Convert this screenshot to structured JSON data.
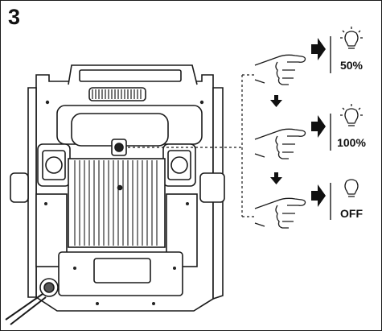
{
  "step_number": "3",
  "levels": [
    {
      "label": "50%",
      "icon": "lightbulb-on-icon"
    },
    {
      "label": "100%",
      "icon": "lightbulb-on-icon"
    },
    {
      "label": "OFF",
      "icon": "lightbulb-off-icon"
    }
  ],
  "colors": {
    "line": "#1a1a1a",
    "fill": "#ffffff",
    "dark": "#222222",
    "mid": "#555555"
  }
}
